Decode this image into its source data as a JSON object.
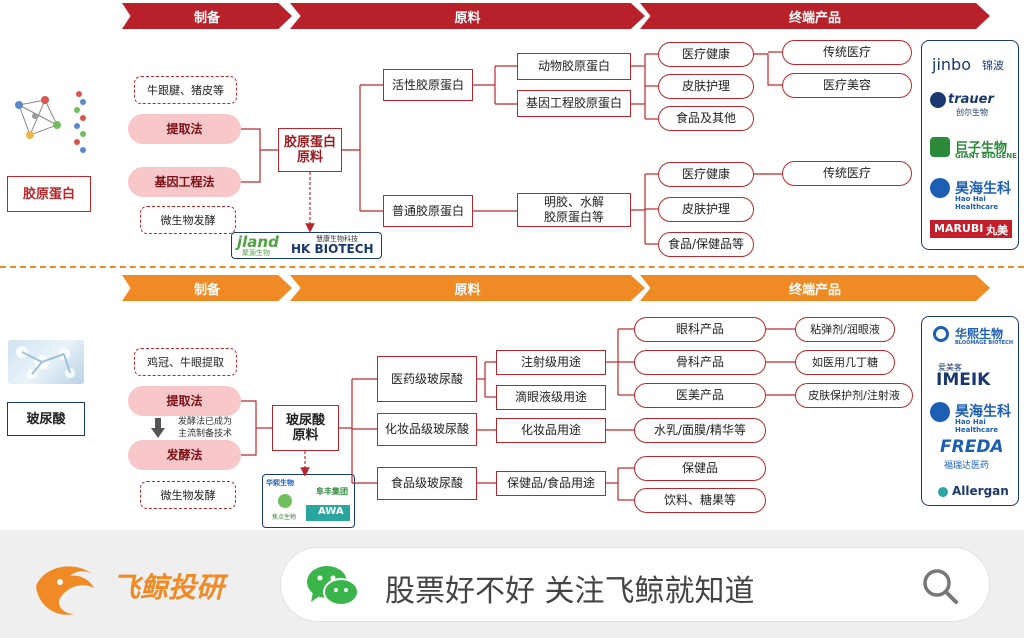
{
  "section1": {
    "banner": {
      "prep": "制备",
      "raw": "原料",
      "end": "终端产品"
    },
    "subject_label": "胶原蛋白",
    "inset_caption": "collagen molecule illustration",
    "dash_top": "牛跟腱、猪皮等",
    "method1": "提取法",
    "method2": "基因工程法",
    "dash_bottom": "微生物发酵",
    "raw_box": "胶原蛋白\n原料",
    "supplier_logos": [
      "jland",
      "聚源生物",
      "慧康生物科技",
      "HK BIOTECH"
    ],
    "type1": "活性胶原蛋白",
    "type2": "普通胶原蛋白",
    "src1": "动物胶原蛋白",
    "src2": "基因工程胶原蛋白",
    "src3": "明胶、水解\n胶原蛋白等",
    "app1": "医疗健康",
    "app2": "皮肤护理",
    "app3": "食品及其他",
    "app4": "医疗健康",
    "app5": "皮肤护理",
    "app6": "食品/保健品等",
    "end1": "传统医疗",
    "end2": "医疗美容",
    "end3": "传统医疗",
    "brands": [
      "jinbo",
      "锦波",
      "trauer",
      "创尔生物",
      "巨子生物",
      "GIANT BIOGENE",
      "昊海生科",
      "Hao Hai Healthcare",
      "MARUBI",
      "丸美"
    ]
  },
  "section2": {
    "banner": {
      "prep": "制备",
      "raw": "原料",
      "end": "终端产品"
    },
    "subject_label": "玻尿酸",
    "dash_top": "鸡冠、牛眼提取",
    "method1": "提取法",
    "arrow_note": "发酵法已成为\n主流制备技术",
    "method2": "发酵法",
    "dash_bottom": "微生物发酵",
    "raw_box": "玻尿酸\n原料",
    "supplier_logos": [
      "华熙生物",
      "阜丰集团",
      "焦点生物",
      "AWA"
    ],
    "grade1": "医药级玻尿酸",
    "grade2": "化妆品级玻尿酸",
    "grade3": "食品级玻尿酸",
    "use1": "注射级用途",
    "use2": "滴眼液级用途",
    "use3": "化妆品用途",
    "use4": "保健品/食品用途",
    "prod1": "眼科产品",
    "prod2": "骨科产品",
    "prod3": "医美产品",
    "prod4": "水乳/面膜/精华等",
    "prod5": "保健品",
    "prod6": "饮料、糖果等",
    "end1": "粘弹剂/润眼液",
    "end2": "如医用几丁糖",
    "end3": "皮肤保护剂/注射液",
    "brands": [
      "华熙生物",
      "BLOOMAGE BIOTECH",
      "爱美客",
      "IMEIK",
      "昊海生科",
      "Hao Hai Healthcare",
      "FREDA",
      "福瑞达医药",
      "Allergan"
    ]
  },
  "footer": {
    "brand": "飞鲸投研",
    "slogan": "股票好不好 关注飞鲸就知道"
  }
}
